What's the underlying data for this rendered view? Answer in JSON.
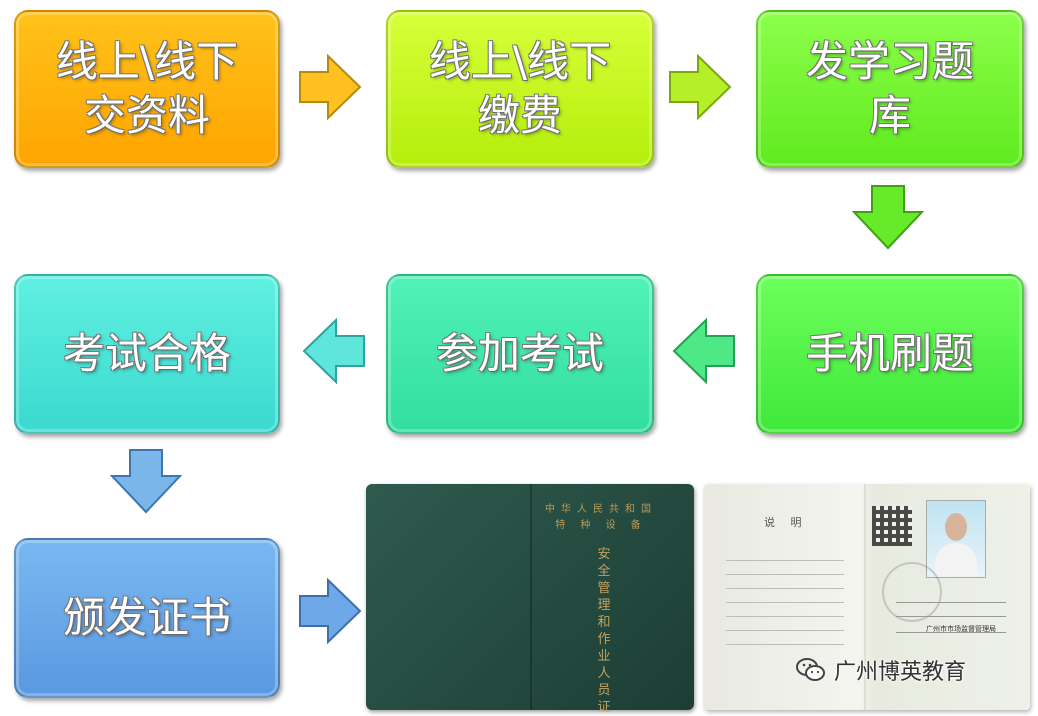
{
  "steps": [
    {
      "line1": "线上\\线下",
      "line2": "交资料"
    },
    {
      "line1": "线上\\线下",
      "line2": "缴费"
    },
    {
      "line1": "发学习题",
      "line2": "库"
    },
    {
      "line1": "手机刷题"
    },
    {
      "line1": "参加考试"
    },
    {
      "line1": "考试合格"
    },
    {
      "line1": "颁发证书"
    }
  ],
  "certificate": {
    "cover_top_line1": "中华人民共和国",
    "cover_top_line2": "特 种 设 备",
    "cover_title": "安全管理和作业人员证",
    "inner_note_title": "说 明",
    "issuer": "广州市市场监督管理局"
  },
  "watermark": {
    "icon": "wechat-icon",
    "label": "广州博英教育"
  },
  "colors": {
    "step1": "#ffb200",
    "step2": "#c4f520",
    "step3": "#76f534",
    "step4": "#55f24a",
    "step5": "#40e8ab",
    "step6": "#4ce5d8",
    "step7": "#6aa8ea"
  },
  "icons": [
    "arrow-right-icon",
    "arrow-down-icon",
    "arrow-left-icon"
  ]
}
